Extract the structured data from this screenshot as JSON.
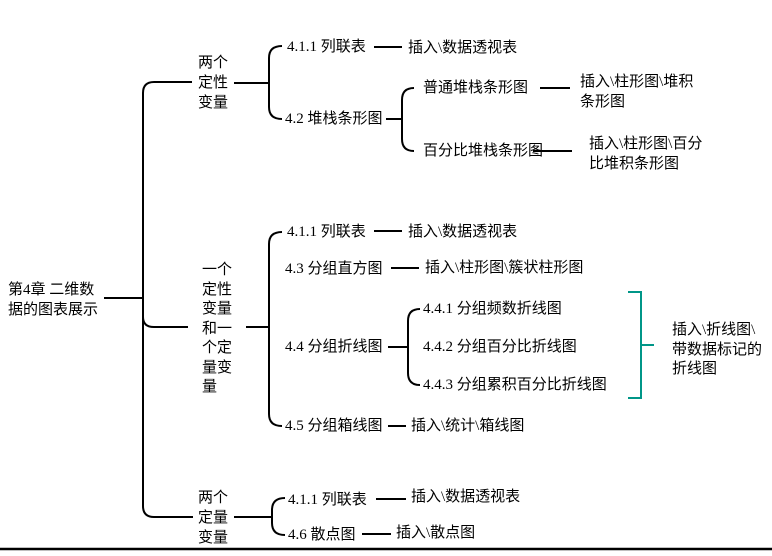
{
  "colors": {
    "line": "#000000",
    "accent_bracket": "#009688",
    "background": "#ffffff",
    "text": "#000000"
  },
  "mindmap": {
    "root": {
      "label": "第4章 二维数据的图表展示",
      "lines": [
        "第4章 二维数",
        "据的图表展示"
      ]
    },
    "branches": [
      {
        "label": "两个定性变量",
        "lines": [
          "两个",
          "定性",
          "变量"
        ],
        "children": [
          {
            "label": "4.1.1 列联表",
            "note": "插入\\数据透视表"
          },
          {
            "label": "4.2 堆栈条形图",
            "children": [
              {
                "label": "普通堆栈条形图",
                "note": "插入\\柱形图\\堆积条形图",
                "note_lines": [
                  "插入\\柱形图\\堆积",
                  "条形图"
                ]
              },
              {
                "label": "百分比堆栈条形图",
                "note": "插入\\柱形图\\百分比堆积条形图",
                "note_lines": [
                  "插入\\柱形图\\百分",
                  "比堆积条形图"
                ]
              }
            ]
          }
        ]
      },
      {
        "label": "一个定性变量和一个定量变量",
        "lines": [
          "一个",
          "定性",
          "变量",
          "和一",
          "个定",
          "量变",
          "量"
        ],
        "children": [
          {
            "label": "4.1.1 列联表",
            "note": "插入\\数据透视表"
          },
          {
            "label": "4.3 分组直方图",
            "note": "插入\\柱形图\\簇状柱形图"
          },
          {
            "label": "4.4 分组折线图",
            "children": [
              {
                "label": "4.4.1 分组频数折线图"
              },
              {
                "label": "4.4.2 分组百分比折线图"
              },
              {
                "label": "4.4.3 分组累积百分比折线图"
              }
            ],
            "group_note": {
              "label": "插入\\折线图\\带数据标记的折线图",
              "lines": [
                "插入\\折线图\\",
                "带数据标记的",
                "折线图"
              ]
            }
          },
          {
            "label": "4.5 分组箱线图",
            "note": "插入\\统计\\箱线图"
          }
        ]
      },
      {
        "label": "两个定量变量",
        "lines": [
          "两个",
          "定量",
          "变量"
        ],
        "children": [
          {
            "label": "4.1.1 列联表",
            "note": "插入\\数据透视表"
          },
          {
            "label": "4.6 散点图",
            "note": "插入\\散点图"
          }
        ]
      }
    ]
  }
}
